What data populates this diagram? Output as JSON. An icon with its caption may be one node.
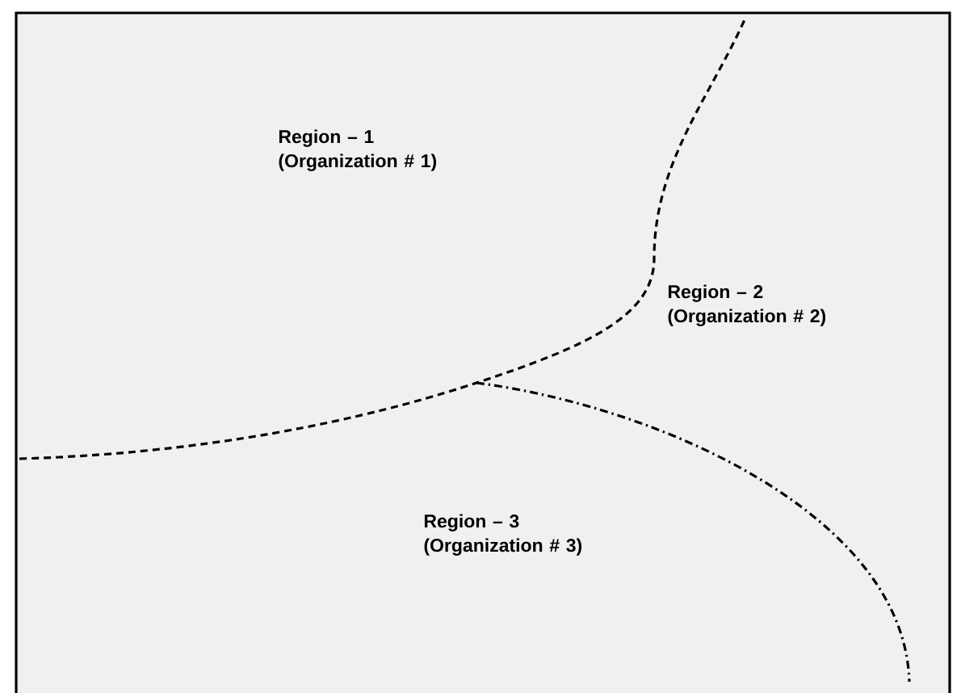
{
  "diagram": {
    "labels": [
      "Region – 1 (Organization # 1)",
      "Region – 2 (Organization # 2)",
      "Region – 3 (Organization # 3)"
    ]
  }
}
